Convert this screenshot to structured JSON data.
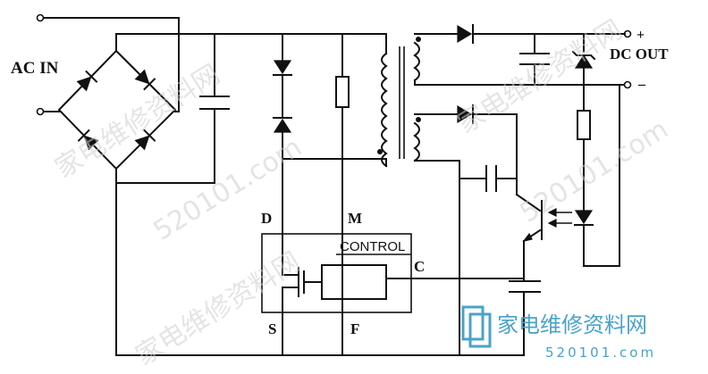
{
  "labels": {
    "ac_in": "AC IN",
    "dc_out": "DC OUT",
    "plus": "+",
    "minus": "–",
    "pin_d": "D",
    "pin_m": "M",
    "pin_c": "C",
    "pin_s": "S",
    "pin_f": "F",
    "control": "CONTROL"
  },
  "watermark": {
    "brand": "家电维修资料网",
    "site": "520101.com"
  },
  "colors": {
    "ink": "#111111",
    "brand": "#4aa3c8"
  }
}
